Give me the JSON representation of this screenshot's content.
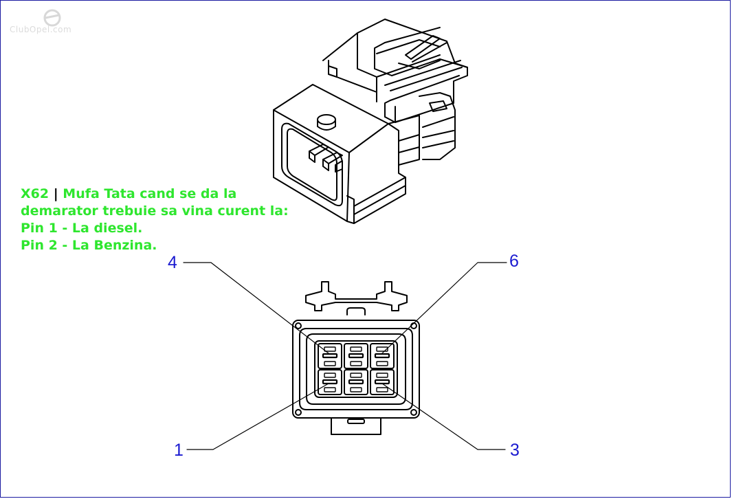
{
  "watermark": {
    "text": "ClubOpel.com"
  },
  "note": {
    "code": "X62",
    "separator": "|",
    "line1_rest": "Mufa Tata cand se da la",
    "line2": "demarator trebuie sa vina curent la:",
    "line3": "Pin 1 - La diesel.",
    "line4": "Pin 2 - La Benzina."
  },
  "pin_labels": {
    "p4": "4",
    "p6": "6",
    "p1": "1",
    "p3": "3"
  },
  "colors": {
    "note_text": "#2ee62e",
    "pin_numbers": "#1a1ad0",
    "line_art": "#000000",
    "frame": "#1a1aa0"
  }
}
